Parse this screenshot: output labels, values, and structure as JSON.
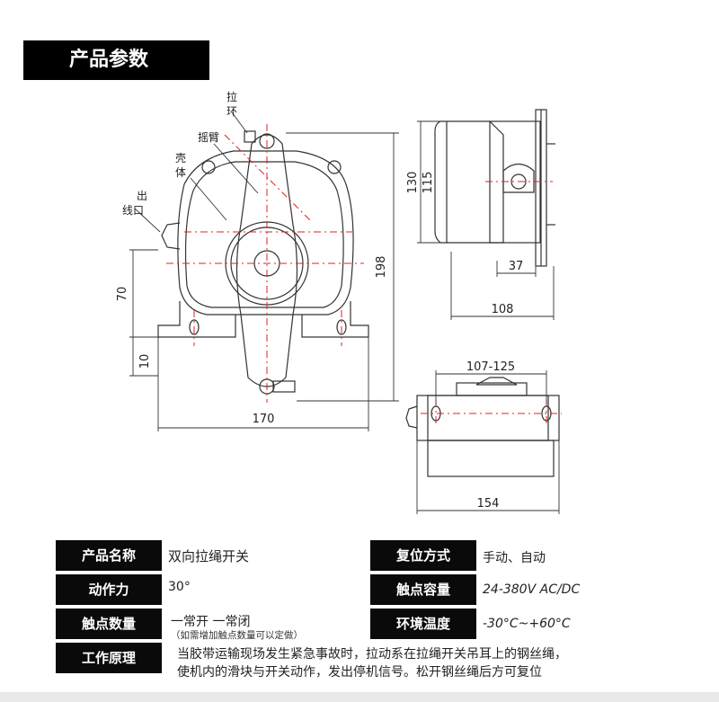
{
  "section_title": "产品参数",
  "drawing_labels": {
    "ring": "拉环",
    "rocker_arm": "摇臂",
    "housing": "壳体",
    "outlet": "出线口"
  },
  "dimensions": {
    "d198": "198",
    "d70": "70",
    "d10": "10",
    "d170": "170",
    "d130": "130",
    "d115": "115",
    "d37": "37",
    "d108": "108",
    "d107_125": "107-125",
    "d154": "154"
  },
  "specs": {
    "name_label": "产品名称",
    "name_value": "双向拉绳开关",
    "force_label": "动作力",
    "force_value": "30°",
    "contacts_label": "触点数量",
    "contacts_value": "一常开 一常闭",
    "contacts_note": "（如需增加触点数量可以定做）",
    "principle_label": "工作原理",
    "principle_line1": "当胶带运输现场发生紧急事故时，拉动系在拉绳开关吊耳上的钢丝绳，",
    "principle_line2": "使机内的滑块与开关动作，发出停机信号。松开钢丝绳后方可复位",
    "reset_label": "复位方式",
    "reset_value": "手动、自动",
    "capacity_label": "触点容量",
    "capacity_value": "24-380V AC/DC",
    "temp_label": "环境温度",
    "temp_value": "-30°C~+60°C"
  }
}
